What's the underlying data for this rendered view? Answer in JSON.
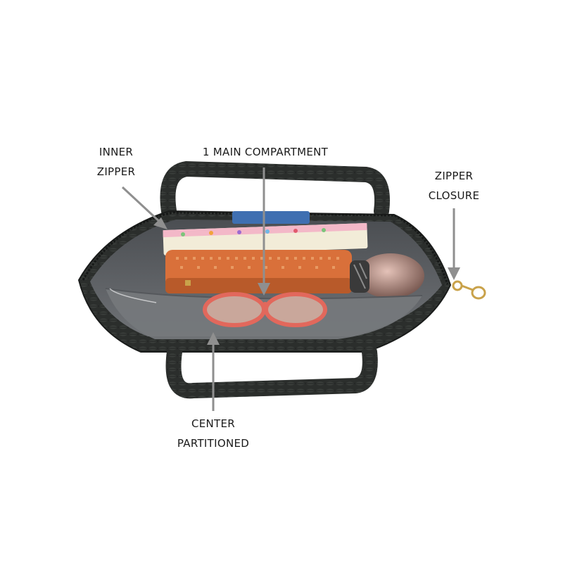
{
  "annotations": {
    "inner_zipper": {
      "line1": "INNER",
      "line2": "ZIPPER"
    },
    "main_compartment": {
      "line1": "1 MAIN COMPARTMENT"
    },
    "zipper_closure": {
      "line1": "ZIPPER",
      "line2": "CLOSURE"
    },
    "center_partitioned": {
      "line1": "CENTER",
      "line2": "PARTITIONED"
    }
  },
  "colors": {
    "leather": "#2b2e2c",
    "lining": "#5c5f63",
    "lining_light": "#7b7e82",
    "arrow": "#8f8f8f",
    "wallet": "#d9703a",
    "sunglasses": "#e2685c",
    "bottle": "#b08a80",
    "hardware": "#c9a24a"
  }
}
